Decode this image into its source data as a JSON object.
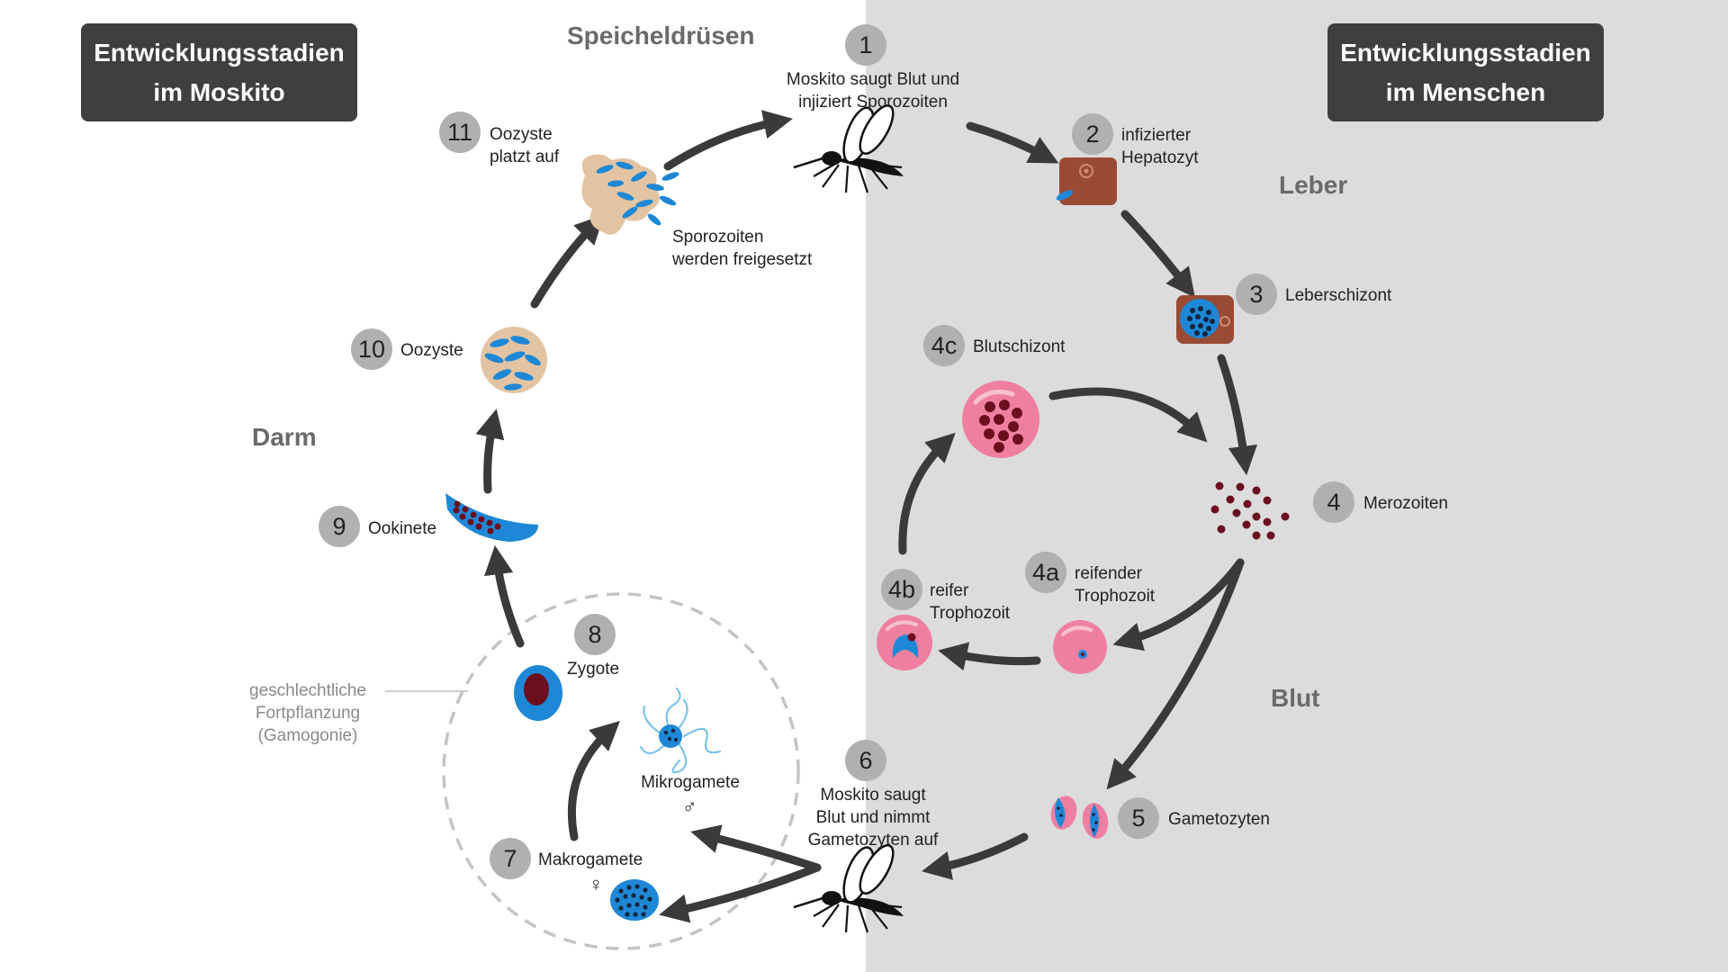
{
  "boxes": {
    "mosquito_title": "Entwicklungsstadien\nim Moskito",
    "human_title": "Entwicklungsstadien\nim Menschen"
  },
  "regions": {
    "salivary": "Speicheldrüsen",
    "liver": "Leber",
    "gut": "Darm",
    "blood": "Blut"
  },
  "stages": [
    {
      "id": "1",
      "label": "Moskito saugt Blut und\ninjiziert Sporozoiten"
    },
    {
      "id": "2",
      "label": "infizierter\nHepatozyt"
    },
    {
      "id": "3",
      "label": "Leberschizont"
    },
    {
      "id": "4",
      "label": "Merozoiten"
    },
    {
      "id": "4a",
      "label": "reifender\nTrophozoit"
    },
    {
      "id": "4b",
      "label": "reifer\nTrophozoit"
    },
    {
      "id": "4c",
      "label": "Blutschizont"
    },
    {
      "id": "5",
      "label": "Gametozyten"
    },
    {
      "id": "6",
      "label": "Moskito saugt\nBlut und nimmt\nGametozyten auf"
    },
    {
      "id": "7",
      "label": "Makrogamete"
    },
    {
      "id": "8",
      "label": "Zygote"
    },
    {
      "id": "9",
      "label": "Ookinete"
    },
    {
      "id": "10",
      "label": "Oozyste"
    },
    {
      "id": "11",
      "label": "Oozyste\nplatzt auf"
    }
  ],
  "extra_labels": {
    "sporozoites_released": "Sporozoiten\nwerden freigesetzt",
    "microgamete": "Mikrogamete",
    "male_symbol": "♂",
    "female_symbol": "♀",
    "gamogony": "geschlechtliche\nFortpflanzung\n(Gamogonie)"
  },
  "colors": {
    "human_bg": "#dcdcdc",
    "box_bg": "#3f3f3f",
    "badge": "#b0b0b0",
    "arrow": "#3a3a3a",
    "parasite_blue": "#1e88d6",
    "blood_pink": "#ef7fa0",
    "merozoite": "#6b0f1f",
    "liver_brown": "#9a4b35",
    "oocyst_tan": "#e3c4a2"
  }
}
